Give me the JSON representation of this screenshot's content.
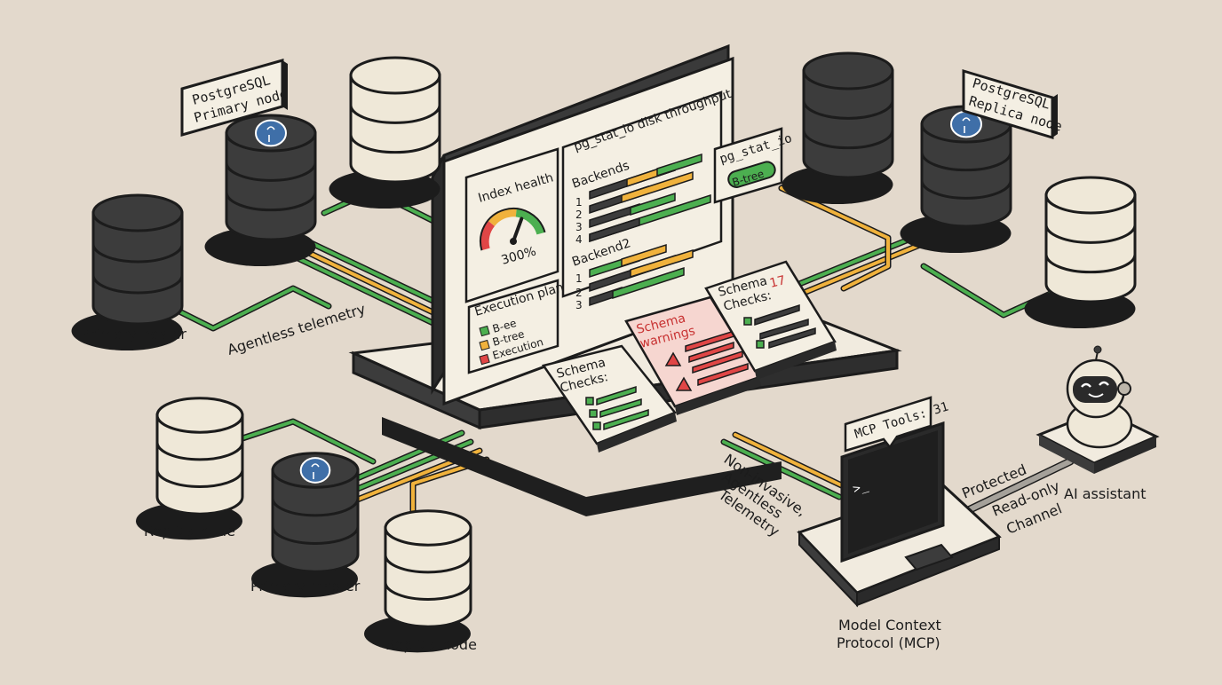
{
  "colors": {
    "background": "#e3d9cc",
    "outline": "#1c1c1c",
    "dark_db": "#3c3c3c",
    "light_db": "#efe8d8",
    "panel": "#f4efe3",
    "green": "#4caf50",
    "orange": "#f0b23c",
    "red": "#e04646",
    "postgres_blue": "#3f6fa8",
    "pink_panel": "#f6d6d0"
  },
  "labels": {
    "pg_primary_line1": "PostgreSQL",
    "pg_primary_line2": "Primary node",
    "pg_replica_line1": "PostgreSQL",
    "pg_replica_line2": "Replica node",
    "primary_naster": "Primary naster",
    "agentless_telemetry": "Agentless telemetry",
    "replica_node_left": "Replica node",
    "primary_master": "Primary master",
    "replica_node_bottom": "Replica node",
    "non_invasive_line1": "Non-invasive,",
    "non_invasive_line2": "Agentless",
    "non_invasive_line3": "Telemetry",
    "mcp_line1": "Model Context",
    "mcp_line2": "Protocol (MCP)",
    "protected": "Protected",
    "read_only_line1": "Read-only",
    "read_only_line2": "Channel",
    "ai_assistant": "AI assistant"
  },
  "dashboard": {
    "index_health_title": "Index health",
    "gauge_value": "300%",
    "exec_plan_title": "Execution plan",
    "exec_plan_items": [
      "B-ee",
      "B-tree",
      "Execution"
    ],
    "disk_title": "pg_stat_io disk throughput",
    "backends_title": "Backends",
    "backends_rows": [
      "1",
      "2",
      "3",
      "4"
    ],
    "backend2_title": "Backend2",
    "backend2_rows": [
      "1",
      "2",
      "3"
    ],
    "tag_title": "pg_stat_io",
    "tag_badge": "B-tree",
    "schema_checks_left_line1": "Schema",
    "schema_checks_left_line2": "Checks:",
    "schema_warnings_line1": "Schema",
    "schema_warnings_line2": "warnings",
    "schema_checks_right_line1": "Schema",
    "schema_checks_right_line2": "Checks:",
    "schema_checks_right_count": "17"
  },
  "terminal": {
    "bubble": "MCP Tools: 31",
    "prompt": ">_"
  },
  "icons": [
    "postgres-elephant-icon",
    "gauge-icon",
    "warning-icon",
    "check-icon",
    "robot-icon",
    "terminal-icon"
  ]
}
